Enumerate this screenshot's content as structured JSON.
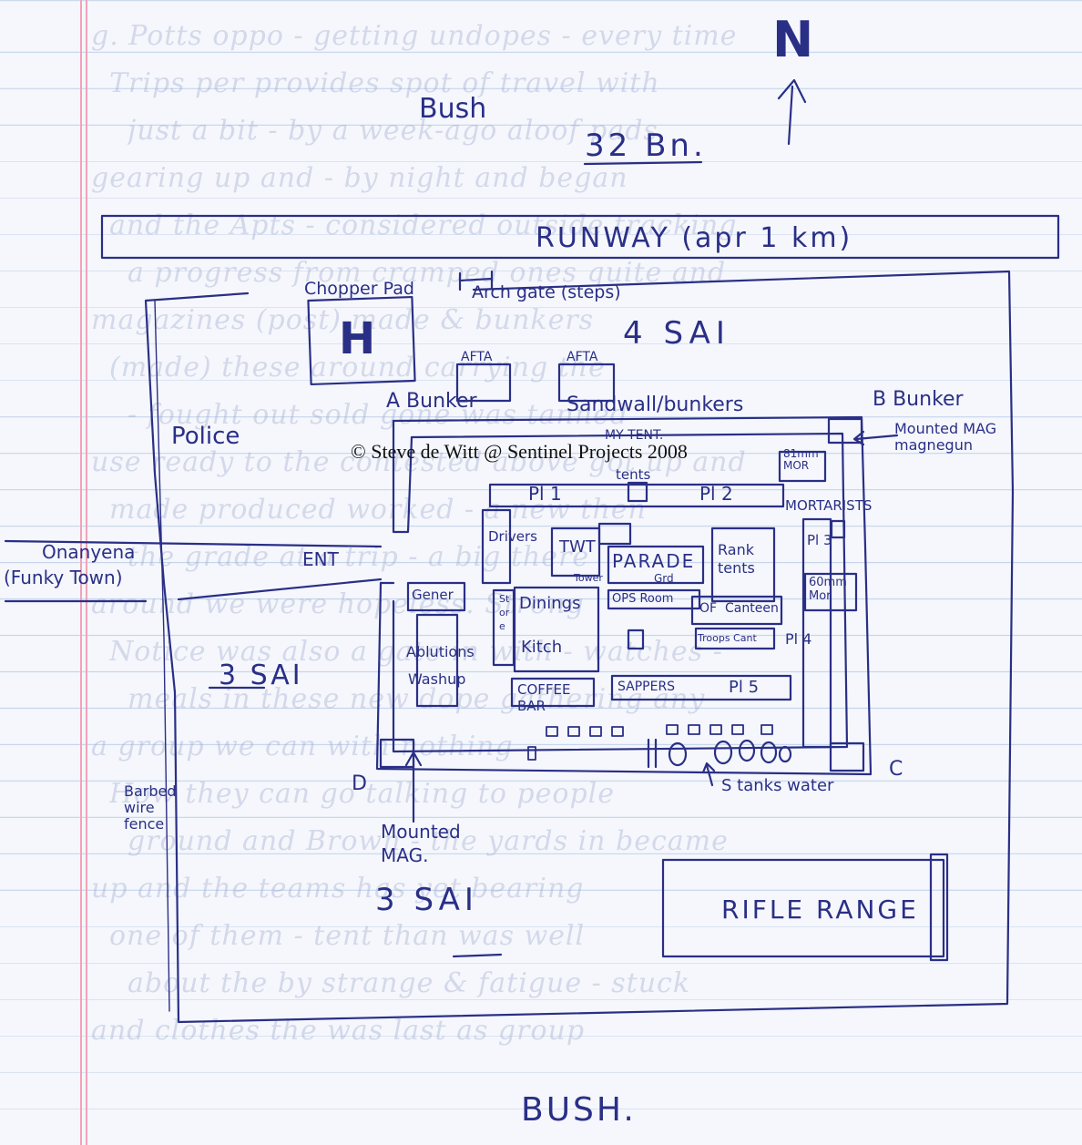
{
  "copyright": "© Steve de Witt @ Sentinel Projects 2008",
  "compass": "N",
  "labels": {
    "bush_top": "Bush",
    "bn": "32 Bn.",
    "runway": "RUNWAY (apr 1 km)",
    "chopper_pad": "Chopper Pad",
    "helipad_h": "H",
    "arch_gate": "Arch gate (steps)",
    "four_sai": "4 SAI",
    "afta_1": "AFTA",
    "afta_2": "AFTA",
    "a_bunker": "A Bunker",
    "b_bunker": "B Bunker",
    "sandwall": "Sandwall/bunkers",
    "mounted_mag": "Mounted MAG magnegun",
    "police": "Police",
    "my_tent": "MY TENT.",
    "tents": "tents",
    "pl1": "Pl 1",
    "pl2": "Pl 2",
    "mor_top": "81mm MOR",
    "mortarists": "MORTARISTS",
    "pl3": "Pl 3",
    "drivers": "Drivers",
    "twt": "TWT",
    "parade": "PARADE",
    "grd": "Grd",
    "tower": "Tower",
    "rank_tents": "Rank tents",
    "mor_60": "60mm Mor",
    "ops_room": "OPS Room",
    "of": "OF",
    "canteen": "Canteen",
    "troops_cant": "Troops Cant",
    "pl4": "Pl 4",
    "onanyena": "Onanyena",
    "funky_town": "(Funky Town)",
    "ent": "ENT",
    "gener": "Gener",
    "store": "Store",
    "dinings": "Dinings",
    "kitch": "Kitch",
    "ablutions": "Ablutions",
    "washup": "Washup",
    "three_sai_left": "3 SAI",
    "coffee_bar": "COFFEE BAR",
    "sappers": "SAPPERS",
    "pl5": "Pl 5",
    "d_corner": "D",
    "c_corner": "C",
    "tanks_water": "S tanks water",
    "barbed_wire": "Barbed wire fence",
    "mounted_mag_d": "Mounted MAG.",
    "three_sai_bottom": "3 SAI",
    "rifle_range": "RIFLE RANGE",
    "bush_bottom": "BUSH."
  },
  "background_lines": [
    "g. Potts oppo - getting undopes - every time",
    "Trips per provides spot of travel with",
    "just a bit - by a week-ago aloof pads",
    "gearing up and - by night and began",
    "and the Apts - considered outside tracking",
    "a progress from cramped ones quite and",
    "magazines (post) made & bunkers",
    "(made) these around carrying the",
    "- fought out sold gone was tanned",
    "use ready to the contested above got up and",
    "made produced worked - a new then",
    "the grade at a trip - a big there",
    "around we were hopeless. Strong",
    "Notice was also a gate in with - watches -",
    "meals in these new dope gathering any",
    "a group we can with nothing",
    "How they can go talking to people",
    "ground and Brown - the yards in became",
    "up and the teams has yet bearing",
    "one of them - tent than was well",
    "about the by strange & fatigue - stuck",
    "and clothes the was last as group"
  ],
  "colors": {
    "ink": "#2a2f86",
    "paper": "#f5f7fc",
    "rule": "#c7d6ec",
    "margin": "#f2a3b8"
  }
}
